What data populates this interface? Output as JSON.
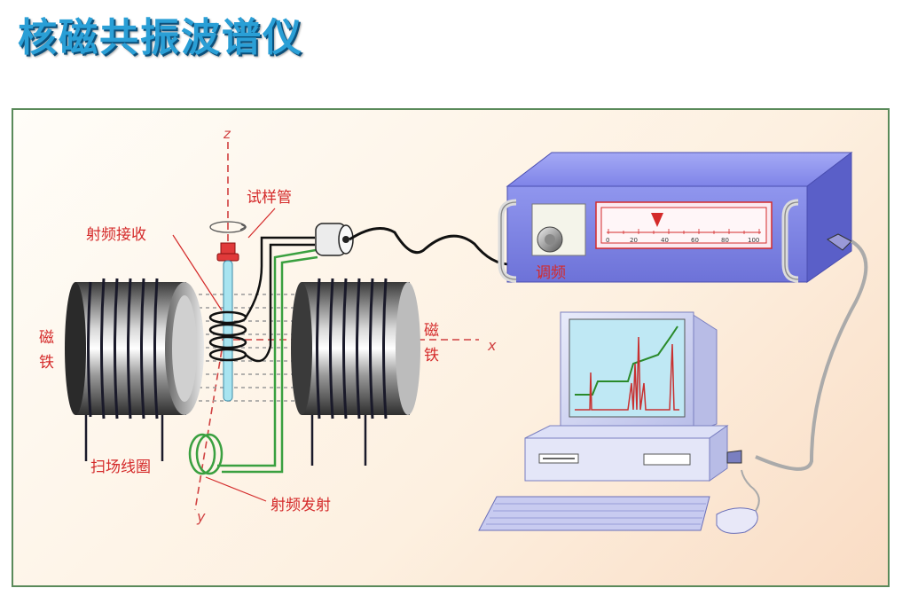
{
  "title": "核磁共振波谱仪",
  "labels": {
    "sample_tube": "试样管",
    "rf_receive": "射频接收",
    "magnet_left_1": "磁",
    "magnet_left_2": "铁",
    "magnet_right_1": "磁",
    "magnet_right_2": "铁",
    "sweep_coil": "扫场线圈",
    "rf_transmit": "射频发射",
    "tuning": "调频",
    "axis_x": "x",
    "axis_y": "y",
    "axis_z": "z"
  },
  "dial_scale": [
    "0",
    "20",
    "40",
    "60",
    "80",
    "100"
  ],
  "colors": {
    "title": "#2a9fd6",
    "label_red": "#d42a2a",
    "axis_red": "#d04040",
    "instrument": "#7f84e8",
    "monitor": "#d4d8f4",
    "screen": "#bfe8f4",
    "coil_green": "#3aa040"
  }
}
